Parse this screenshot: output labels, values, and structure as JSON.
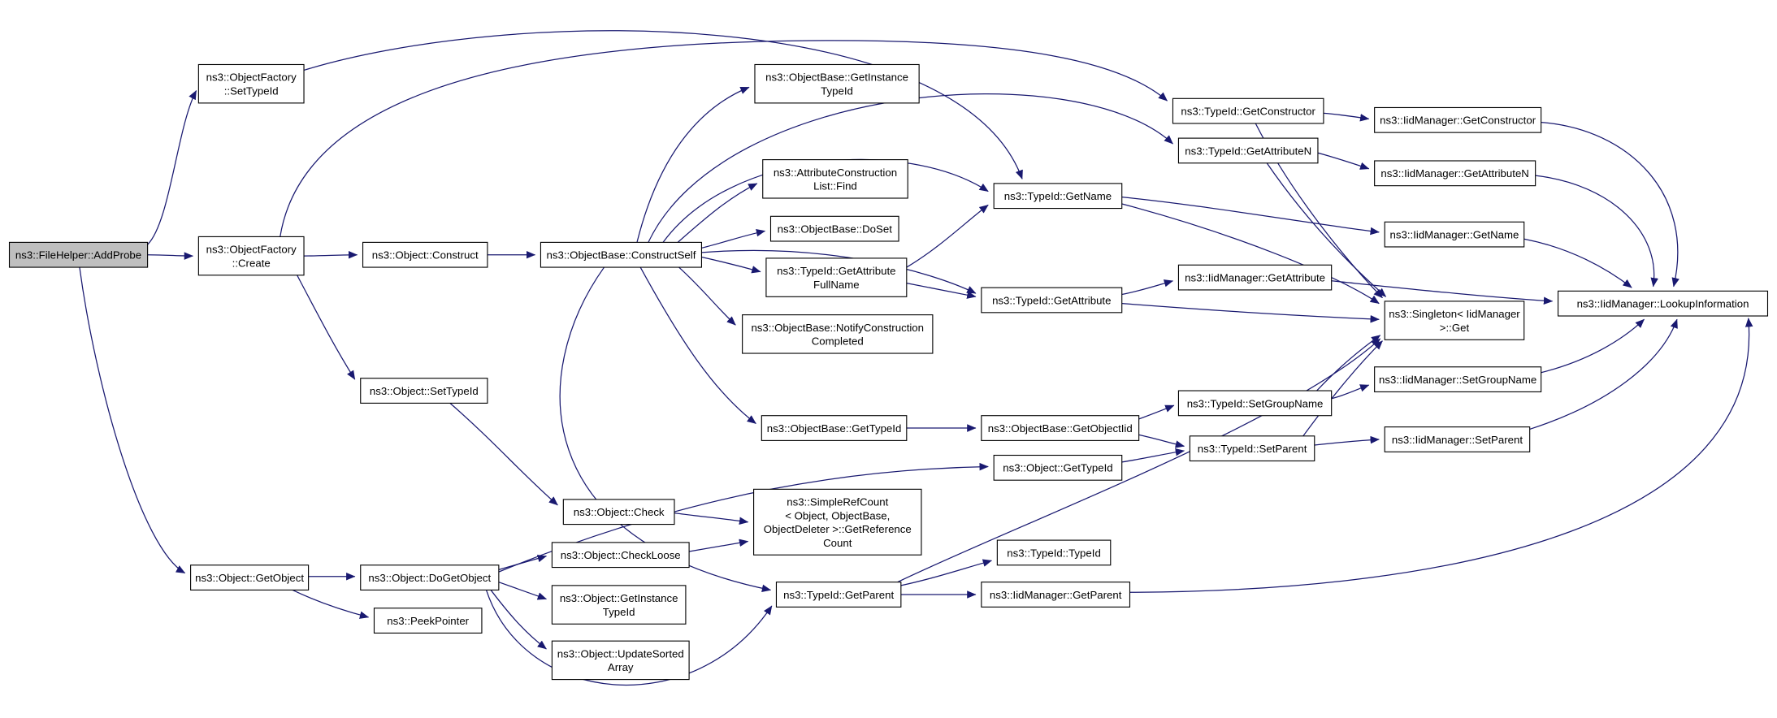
{
  "diagram": {
    "type": "doxygen-call-graph",
    "root": "ns3::FileHelper::AddProbe",
    "background_color": "#ffffff",
    "node_fill_color": "#ffffff",
    "node_border_color": "#000000",
    "root_fill_color": "#bfbfbf",
    "edge_color": "#191970",
    "nodes": [
      {
        "id": "addprobe",
        "lines": [
          "ns3::FileHelper::AddProbe"
        ],
        "highlighted": true
      },
      {
        "id": "of_settypeid",
        "lines": [
          "ns3::ObjectFactory",
          "::SetTypeId"
        ],
        "highlighted": false
      },
      {
        "id": "of_create",
        "lines": [
          "ns3::ObjectFactory",
          "::Create"
        ],
        "highlighted": false
      },
      {
        "id": "obj_construct",
        "lines": [
          "ns3::Object::Construct"
        ],
        "highlighted": false
      },
      {
        "id": "constructself",
        "lines": [
          "ns3::ObjectBase::ConstructSelf"
        ],
        "highlighted": false
      },
      {
        "id": "ob_getinstancetypeid",
        "lines": [
          "ns3::ObjectBase::GetInstance",
          "TypeId"
        ],
        "highlighted": false
      },
      {
        "id": "acl_find",
        "lines": [
          "ns3::AttributeConstruction",
          "List::Find"
        ],
        "highlighted": false
      },
      {
        "id": "ob_doset",
        "lines": [
          "ns3::ObjectBase::DoSet"
        ],
        "highlighted": false
      },
      {
        "id": "tid_getattrfullname",
        "lines": [
          "ns3::TypeId::GetAttribute",
          "FullName"
        ],
        "highlighted": false
      },
      {
        "id": "ob_notify",
        "lines": [
          "ns3::ObjectBase::NotifyConstruction",
          "Completed"
        ],
        "highlighted": false
      },
      {
        "id": "tid_getname",
        "lines": [
          "ns3::TypeId::GetName"
        ],
        "highlighted": false
      },
      {
        "id": "tid_getattribute",
        "lines": [
          "ns3::TypeId::GetAttribute"
        ],
        "highlighted": false
      },
      {
        "id": "tid_getconstructor",
        "lines": [
          "ns3::TypeId::GetConstructor"
        ],
        "highlighted": false
      },
      {
        "id": "tid_getattributen",
        "lines": [
          "ns3::TypeId::GetAttributeN"
        ],
        "highlighted": false
      },
      {
        "id": "iid_getconstructor",
        "lines": [
          "ns3::IidManager::GetConstructor"
        ],
        "highlighted": false
      },
      {
        "id": "iid_getattributen",
        "lines": [
          "ns3::IidManager::GetAttributeN"
        ],
        "highlighted": false
      },
      {
        "id": "iid_getname",
        "lines": [
          "ns3::IidManager::GetName"
        ],
        "highlighted": false
      },
      {
        "id": "iid_getattribute",
        "lines": [
          "ns3::IidManager::GetAttribute"
        ],
        "highlighted": false
      },
      {
        "id": "singleton_get",
        "lines": [
          "ns3::Singleton< IidManager",
          ">::Get"
        ],
        "highlighted": false
      },
      {
        "id": "iid_lookup",
        "lines": [
          "ns3::IidManager::LookupInformation"
        ],
        "highlighted": false
      },
      {
        "id": "ob_gettypeid",
        "lines": [
          "ns3::ObjectBase::GetTypeId"
        ],
        "highlighted": false
      },
      {
        "id": "ob_getobjectiid",
        "lines": [
          "ns3::ObjectBase::GetObjectIid"
        ],
        "highlighted": false
      },
      {
        "id": "tid_setgroupname",
        "lines": [
          "ns3::TypeId::SetGroupName"
        ],
        "highlighted": false
      },
      {
        "id": "tid_setparent",
        "lines": [
          "ns3::TypeId::SetParent"
        ],
        "highlighted": false
      },
      {
        "id": "iid_setgroupname",
        "lines": [
          "ns3::IidManager::SetGroupName"
        ],
        "highlighted": false
      },
      {
        "id": "iid_setparent",
        "lines": [
          "ns3::IidManager::SetParent"
        ],
        "highlighted": false
      },
      {
        "id": "obj_gettypeid",
        "lines": [
          "ns3::Object::GetTypeId"
        ],
        "highlighted": false
      },
      {
        "id": "obj_settypeid",
        "lines": [
          "ns3::Object::SetTypeId"
        ],
        "highlighted": false
      },
      {
        "id": "obj_check",
        "lines": [
          "ns3::Object::Check"
        ],
        "highlighted": false
      },
      {
        "id": "src_getrefcount",
        "lines": [
          "ns3::SimpleRefCount",
          "< Object, ObjectBase,",
          "ObjectDeleter >::GetReference",
          "Count"
        ],
        "highlighted": false
      },
      {
        "id": "tid_getparent",
        "lines": [
          "ns3::TypeId::GetParent"
        ],
        "highlighted": false
      },
      {
        "id": "tid_tid",
        "lines": [
          "ns3::TypeId::TypeId"
        ],
        "highlighted": false
      },
      {
        "id": "iid_getparent",
        "lines": [
          "ns3::IidManager::GetParent"
        ],
        "highlighted": false
      },
      {
        "id": "obj_getobject",
        "lines": [
          "ns3::Object::GetObject"
        ],
        "highlighted": false
      },
      {
        "id": "obj_dogetobject",
        "lines": [
          "ns3::Object::DoGetObject"
        ],
        "highlighted": false
      },
      {
        "id": "obj_checkloose",
        "lines": [
          "ns3::Object::CheckLoose"
        ],
        "highlighted": false
      },
      {
        "id": "obj_getinstancetypeid",
        "lines": [
          "ns3::Object::GetInstance",
          "TypeId"
        ],
        "highlighted": false
      },
      {
        "id": "obj_updatesorted",
        "lines": [
          "ns3::Object::UpdateSorted",
          "Array"
        ],
        "highlighted": false
      },
      {
        "id": "peekpointer",
        "lines": [
          "ns3::PeekPointer"
        ],
        "highlighted": false
      }
    ],
    "edges": [
      {
        "from": "addprobe",
        "to": "of_settypeid"
      },
      {
        "from": "addprobe",
        "to": "of_create"
      },
      {
        "from": "addprobe",
        "to": "obj_getobject"
      },
      {
        "from": "of_create",
        "to": "obj_construct"
      },
      {
        "from": "of_create",
        "to": "obj_settypeid"
      },
      {
        "from": "of_create",
        "to": "tid_getconstructor"
      },
      {
        "from": "of_settypeid",
        "to": "tid_getname"
      },
      {
        "from": "obj_construct",
        "to": "constructself"
      },
      {
        "from": "constructself",
        "to": "ob_getinstancetypeid"
      },
      {
        "from": "constructself",
        "to": "acl_find"
      },
      {
        "from": "constructself",
        "to": "ob_doset"
      },
      {
        "from": "constructself",
        "to": "tid_getattrfullname"
      },
      {
        "from": "constructself",
        "to": "ob_notify"
      },
      {
        "from": "constructself",
        "to": "tid_getname"
      },
      {
        "from": "constructself",
        "to": "tid_getattributen"
      },
      {
        "from": "constructself",
        "to": "tid_getattribute"
      },
      {
        "from": "constructself",
        "to": "ob_gettypeid"
      },
      {
        "from": "constructself",
        "to": "tid_getparent"
      },
      {
        "from": "tid_getattrfullname",
        "to": "tid_getname"
      },
      {
        "from": "tid_getattrfullname",
        "to": "tid_getattribute"
      },
      {
        "from": "tid_getname",
        "to": "iid_getname"
      },
      {
        "from": "tid_getname",
        "to": "singleton_get"
      },
      {
        "from": "tid_getattribute",
        "to": "iid_getattribute"
      },
      {
        "from": "tid_getattribute",
        "to": "singleton_get"
      },
      {
        "from": "tid_getconstructor",
        "to": "iid_getconstructor"
      },
      {
        "from": "tid_getconstructor",
        "to": "singleton_get"
      },
      {
        "from": "tid_getattributen",
        "to": "iid_getattributen"
      },
      {
        "from": "tid_getattributen",
        "to": "singleton_get"
      },
      {
        "from": "iid_getconstructor",
        "to": "iid_lookup"
      },
      {
        "from": "iid_getattributen",
        "to": "iid_lookup"
      },
      {
        "from": "iid_getname",
        "to": "iid_lookup"
      },
      {
        "from": "iid_getattribute",
        "to": "iid_lookup"
      },
      {
        "from": "ob_gettypeid",
        "to": "ob_getobjectiid"
      },
      {
        "from": "ob_getobjectiid",
        "to": "tid_setgroupname"
      },
      {
        "from": "ob_getobjectiid",
        "to": "tid_setparent"
      },
      {
        "from": "tid_setgroupname",
        "to": "iid_setgroupname"
      },
      {
        "from": "tid_setgroupname",
        "to": "singleton_get"
      },
      {
        "from": "tid_setparent",
        "to": "iid_setparent"
      },
      {
        "from": "tid_setparent",
        "to": "singleton_get"
      },
      {
        "from": "iid_setgroupname",
        "to": "iid_lookup"
      },
      {
        "from": "iid_setparent",
        "to": "iid_lookup"
      },
      {
        "from": "obj_gettypeid",
        "to": "tid_setparent"
      },
      {
        "from": "obj_dogetobject",
        "to": "obj_gettypeid"
      },
      {
        "from": "obj_settypeid",
        "to": "obj_check"
      },
      {
        "from": "obj_check",
        "to": "src_getrefcount"
      },
      {
        "from": "obj_checkloose",
        "to": "src_getrefcount"
      },
      {
        "from": "obj_getobject",
        "to": "obj_dogetobject"
      },
      {
        "from": "obj_getobject",
        "to": "peekpointer"
      },
      {
        "from": "obj_dogetobject",
        "to": "obj_checkloose"
      },
      {
        "from": "obj_dogetobject",
        "to": "obj_getinstancetypeid"
      },
      {
        "from": "obj_dogetobject",
        "to": "obj_updatesorted"
      },
      {
        "from": "obj_dogetobject",
        "to": "tid_getparent"
      },
      {
        "from": "tid_getparent",
        "to": "tid_tid"
      },
      {
        "from": "tid_getparent",
        "to": "iid_getparent"
      },
      {
        "from": "tid_getparent",
        "to": "singleton_get"
      },
      {
        "from": "iid_getparent",
        "to": "iid_lookup"
      }
    ]
  }
}
